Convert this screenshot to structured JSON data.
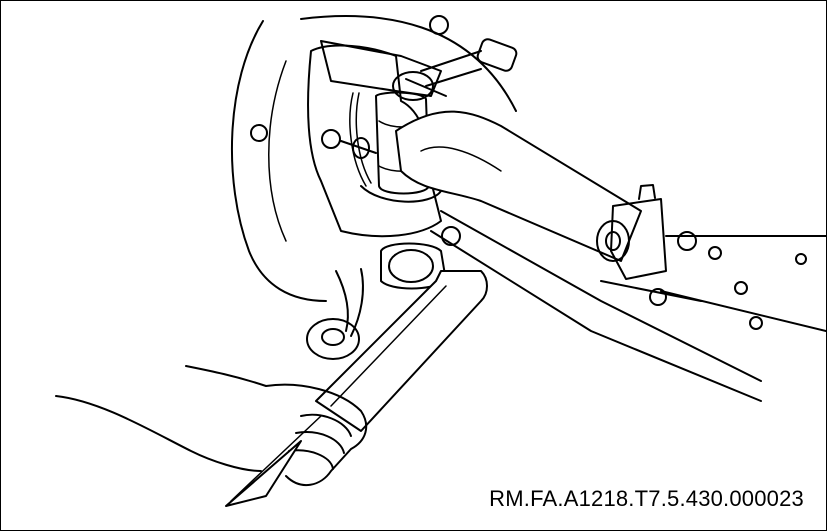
{
  "reference_code": "RM.FA.A1218.T7.5.430.000023",
  "icons": [
    "suspension-assembly-illustration",
    "hand-holding-bar-illustration"
  ]
}
